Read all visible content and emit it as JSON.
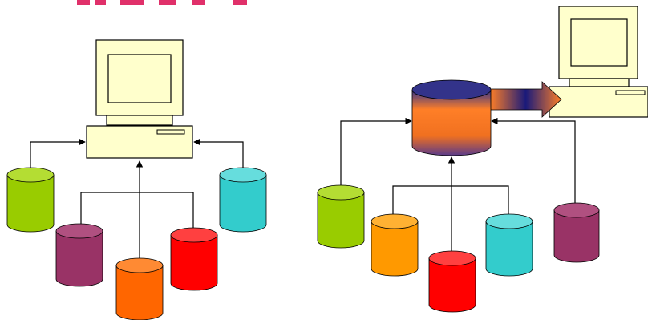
{
  "colors": {
    "computer_fill": "#ffffcc",
    "outline": "#000000",
    "cut_title": "#e0306a"
  },
  "left_diagram": {
    "computer": "workstation-with-monitor",
    "databases": [
      {
        "id": "green",
        "color": "#99cc00"
      },
      {
        "id": "purple",
        "color": "#993366"
      },
      {
        "id": "orange",
        "color": "#ff6600"
      },
      {
        "id": "red",
        "color": "#ff0000"
      },
      {
        "id": "teal",
        "color": "#33cccc"
      }
    ]
  },
  "right_diagram": {
    "warehouse_gradient": [
      "#33338a",
      "#ff7f27",
      "#f07020",
      "#5a3a8a"
    ],
    "arrow_gradient": [
      "#ff7f27",
      "#1a1a7a",
      "#ff7f27"
    ],
    "databases": [
      {
        "id": "green",
        "color": "#99cc00"
      },
      {
        "id": "orange",
        "color": "#ff9900"
      },
      {
        "id": "red",
        "color": "#ff0000"
      },
      {
        "id": "teal",
        "color": "#33cccc"
      },
      {
        "id": "purple",
        "color": "#993366"
      }
    ]
  }
}
